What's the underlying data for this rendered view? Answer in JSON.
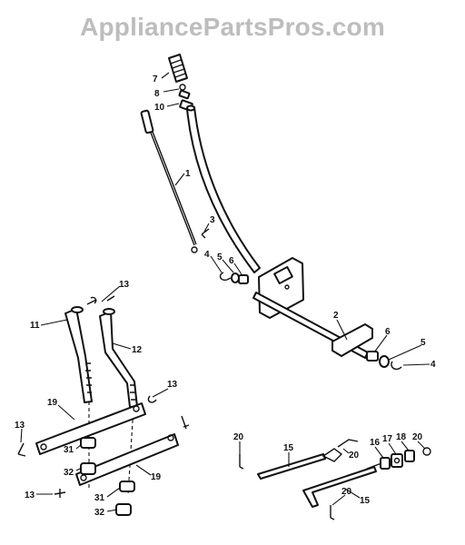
{
  "watermark": "AppliancePartsPros.com",
  "callouts": {
    "c7": "7",
    "c8": "8",
    "c10": "10",
    "c1": "1",
    "c3": "3",
    "c4a": "4",
    "c5a": "5",
    "c6a": "6",
    "c2": "2",
    "c6b": "6",
    "c5b": "5",
    "c4b": "4",
    "c13a": "13",
    "c11": "11",
    "c12": "12",
    "c13b": "13",
    "c19a": "19",
    "c13c": "13",
    "c31a": "31",
    "c32a": "32",
    "c19b": "19",
    "c13d": "13",
    "c31b": "31",
    "c32b": "32",
    "c20a": "20",
    "c15a": "15",
    "c20b": "20",
    "c16": "16",
    "c17": "17",
    "c18": "18",
    "c20c": "20",
    "c20d": "20",
    "c15b": "15"
  }
}
